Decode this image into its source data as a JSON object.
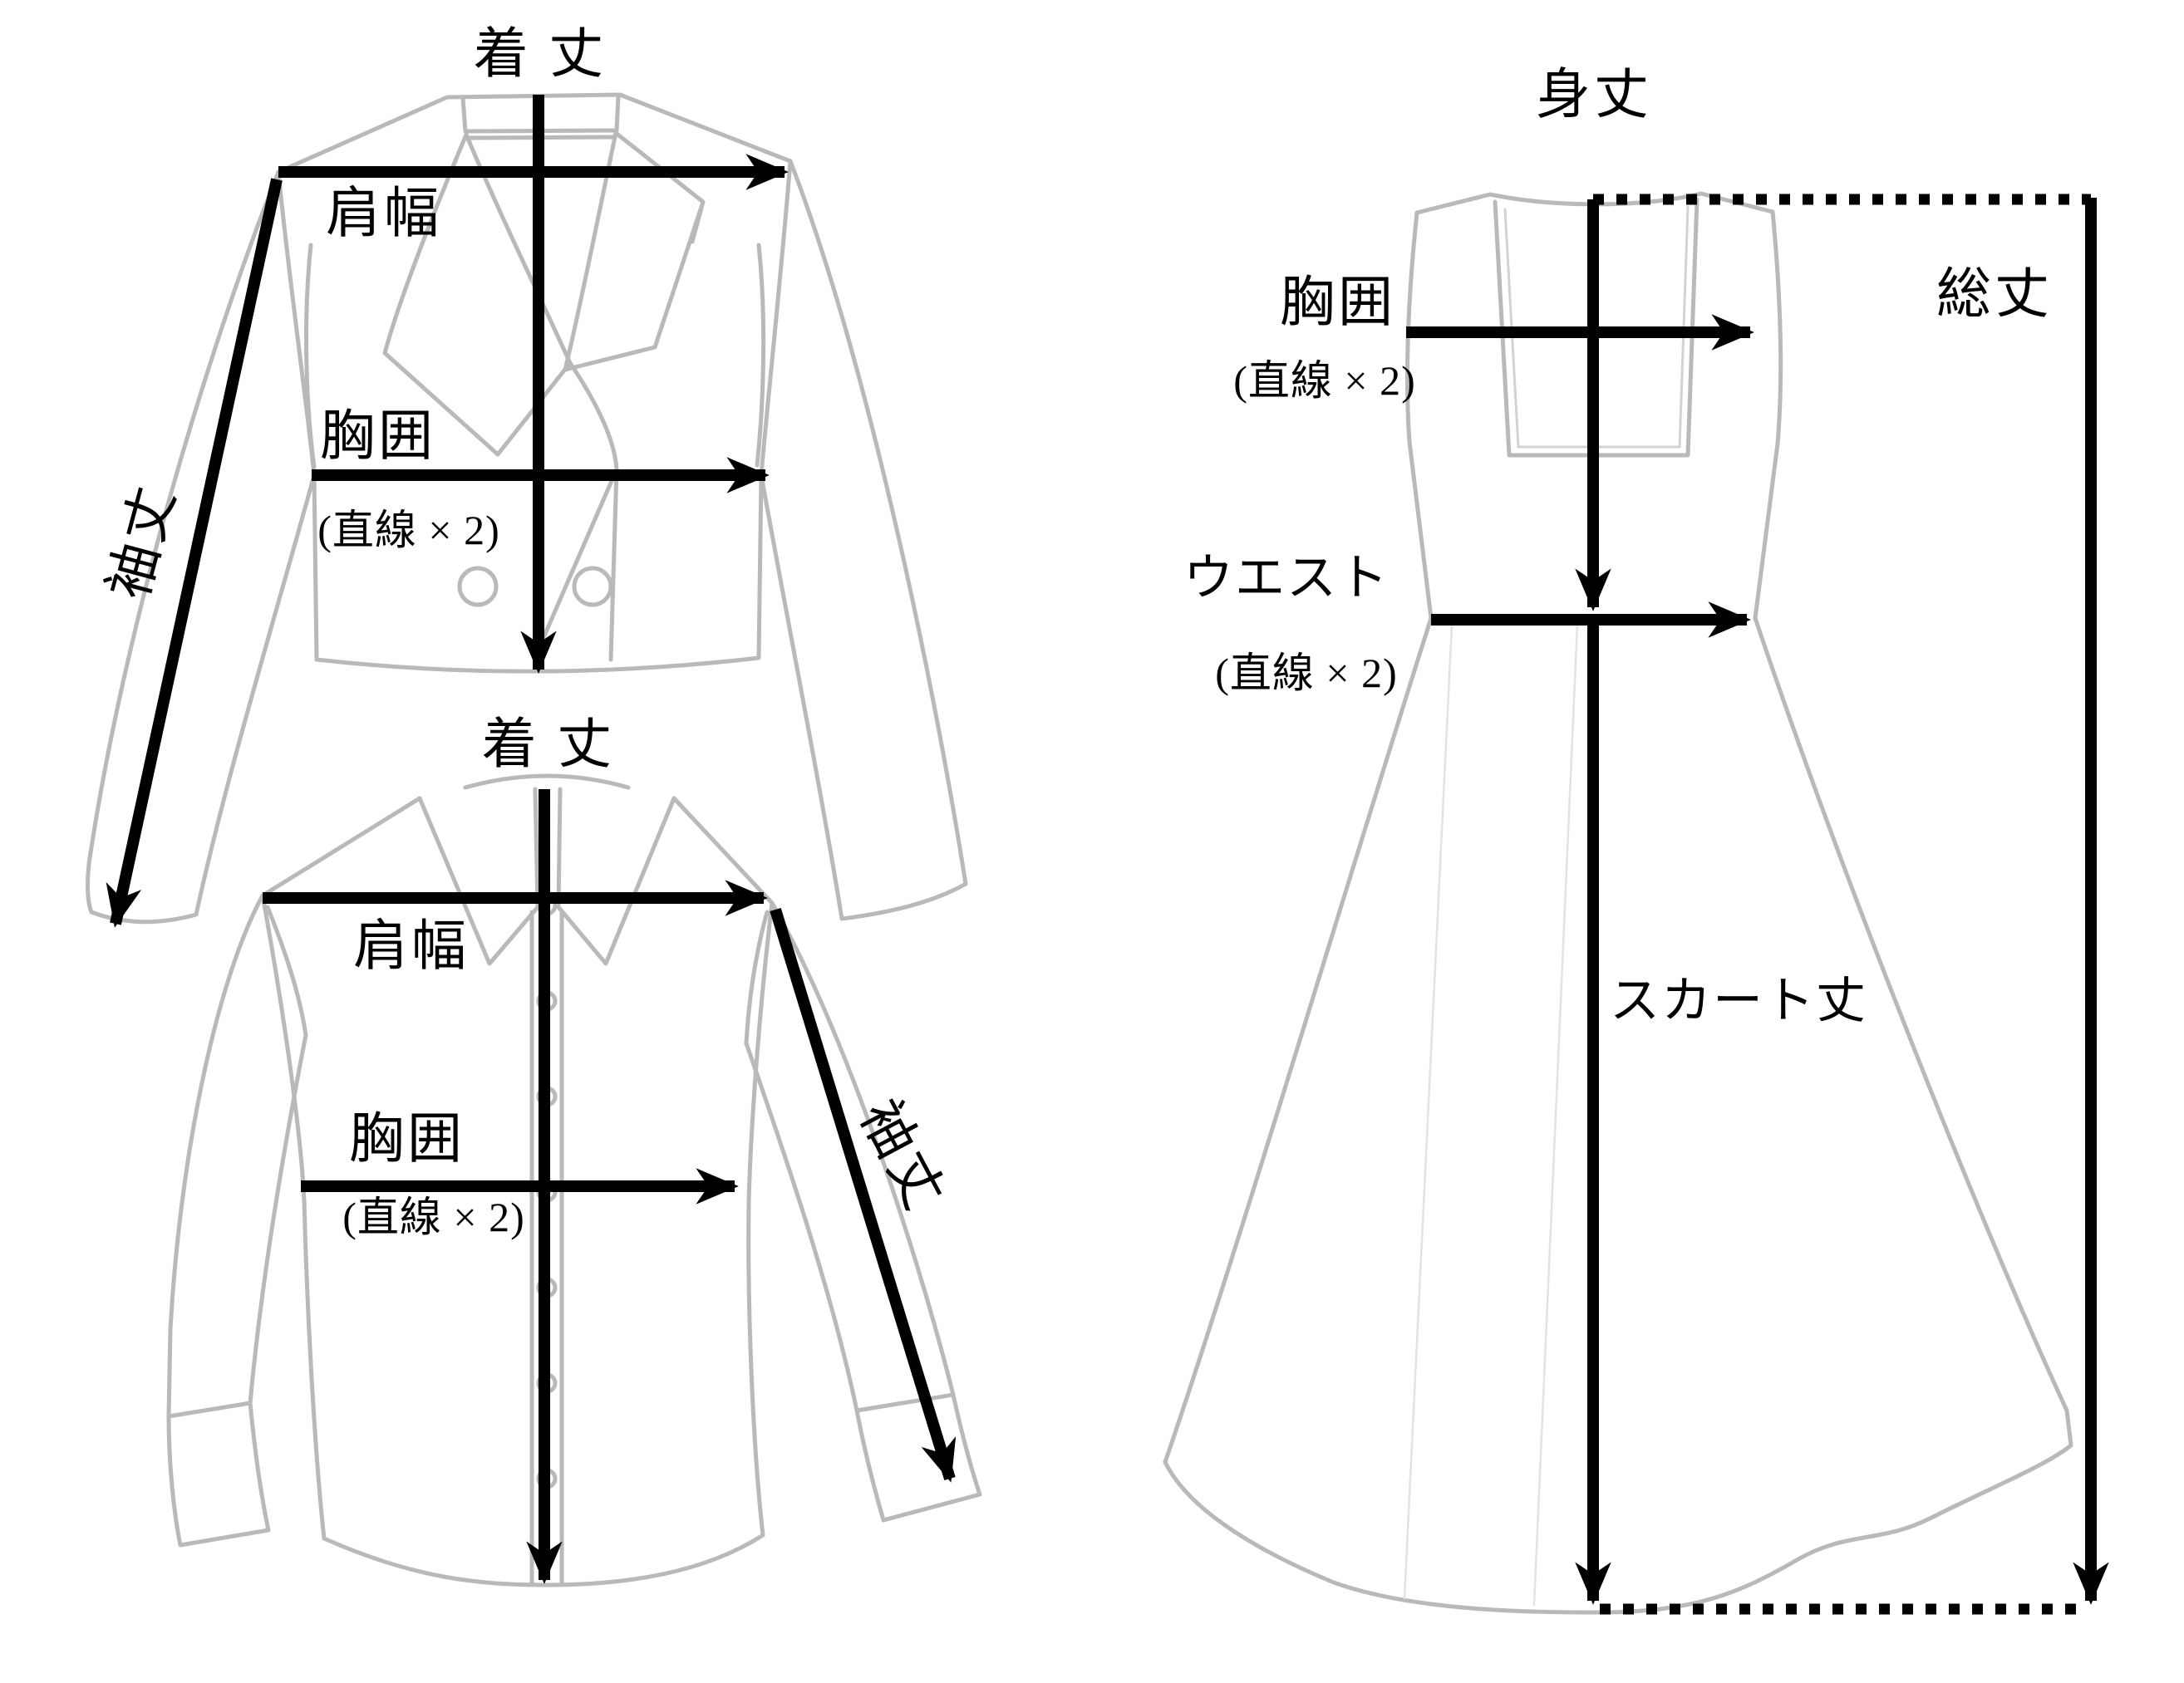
{
  "colors": {
    "background": "#ffffff",
    "measure_line": "#000000",
    "garment_sketch": "#b9b9b9"
  },
  "jacket": {
    "length_label": "着 丈",
    "shoulder_label": "肩幅",
    "chest_label": "胸囲",
    "chest_note": "(直線 × 2)",
    "sleeve_label": "袖丈"
  },
  "shirt": {
    "length_label": "着 丈",
    "shoulder_label": "肩幅",
    "chest_label": "胸囲",
    "chest_note": "(直線 × 2)",
    "sleeve_label": "袖丈"
  },
  "dress": {
    "body_length_label": "身丈",
    "total_length_label": "総丈",
    "chest_label": "胸囲",
    "chest_note": "(直線 × 2)",
    "waist_label": "ウエスト",
    "waist_note": "(直線 × 2)",
    "skirt_length_label": "スカート丈"
  }
}
